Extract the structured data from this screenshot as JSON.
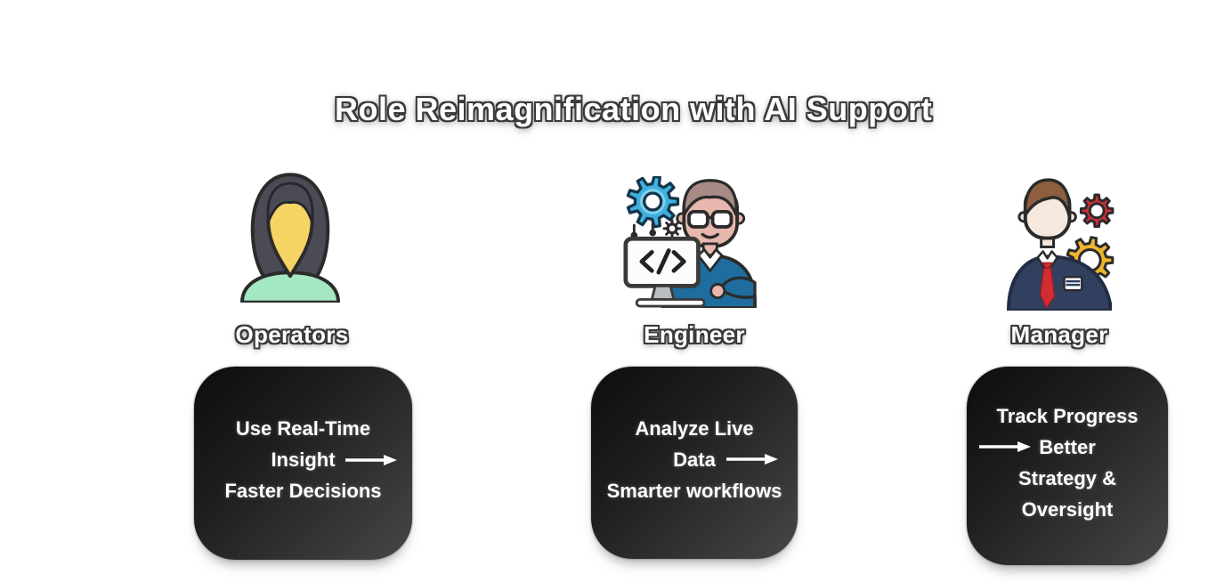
{
  "title": "Role Reimagnification with AI Support",
  "arrow_symbol": "⟶",
  "roles": [
    {
      "id": "operators",
      "label": "Operators",
      "icon": "female-operator-icon",
      "card": {
        "lines": [
          "Use Real-Time",
          "Insight",
          "Faster Decisions"
        ],
        "arrow_after_line": 2
      }
    },
    {
      "id": "engineer",
      "label": "Engineer",
      "icon": "engineer-with-computer-icon",
      "card": {
        "lines": [
          "Analyze Live",
          "Data",
          "Smarter workflows"
        ],
        "arrow_after_line": 2
      }
    },
    {
      "id": "manager",
      "label": "Manager",
      "icon": "manager-with-gears-icon",
      "card": {
        "lines": [
          "Track Progress",
          "Better",
          "Strategy &",
          "Oversight"
        ],
        "arrow_before_line": 2
      }
    }
  ],
  "colors": {
    "title_fill": "#ffffff",
    "title_outline": "#3a3a3a",
    "card_text": "#ffffff",
    "card_bg_dark": "#0d0d0d",
    "card_bg_light": "#474747",
    "operator_hair": "#4b4b55",
    "operator_skin": "#f6d464",
    "operator_shirt": "#a3e7c3",
    "engineer_skin": "#e7b6ad",
    "engineer_hair": "#a88b85",
    "engineer_sweater": "#1e6d9e",
    "engineer_gear": "#3fb0de",
    "engineer_gear_inner": "#7fd0ef",
    "monitor_frame": "#3a3a3a",
    "monitor_stand": "#b9bcc0",
    "manager_skin": "#f7e8de",
    "manager_hair": "#8e5f3e",
    "manager_suit": "#31405f",
    "manager_tie": "#d22d35",
    "manager_gear_red": "#d22d35",
    "manager_gear_yellow": "#eeb62f"
  }
}
